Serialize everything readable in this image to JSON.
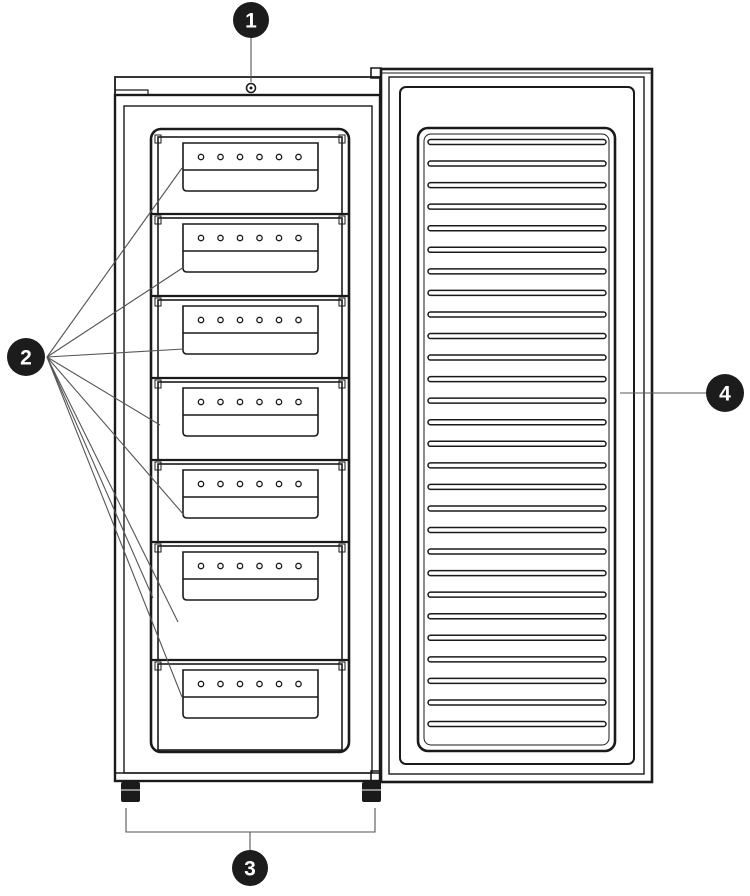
{
  "callouts": [
    {
      "id": "1",
      "label": "1"
    },
    {
      "id": "2",
      "label": "2"
    },
    {
      "id": "3",
      "label": "3"
    },
    {
      "id": "4",
      "label": "4"
    }
  ],
  "colors": {
    "line": "#1a1a1a",
    "leader": "#555555",
    "badge": "#1c1c1c",
    "badge_text": "#ffffff",
    "background": "#ffffff"
  },
  "freezer": {
    "drawer_count": 7,
    "door_rib_count": 28,
    "holes_per_drawer": 6
  }
}
